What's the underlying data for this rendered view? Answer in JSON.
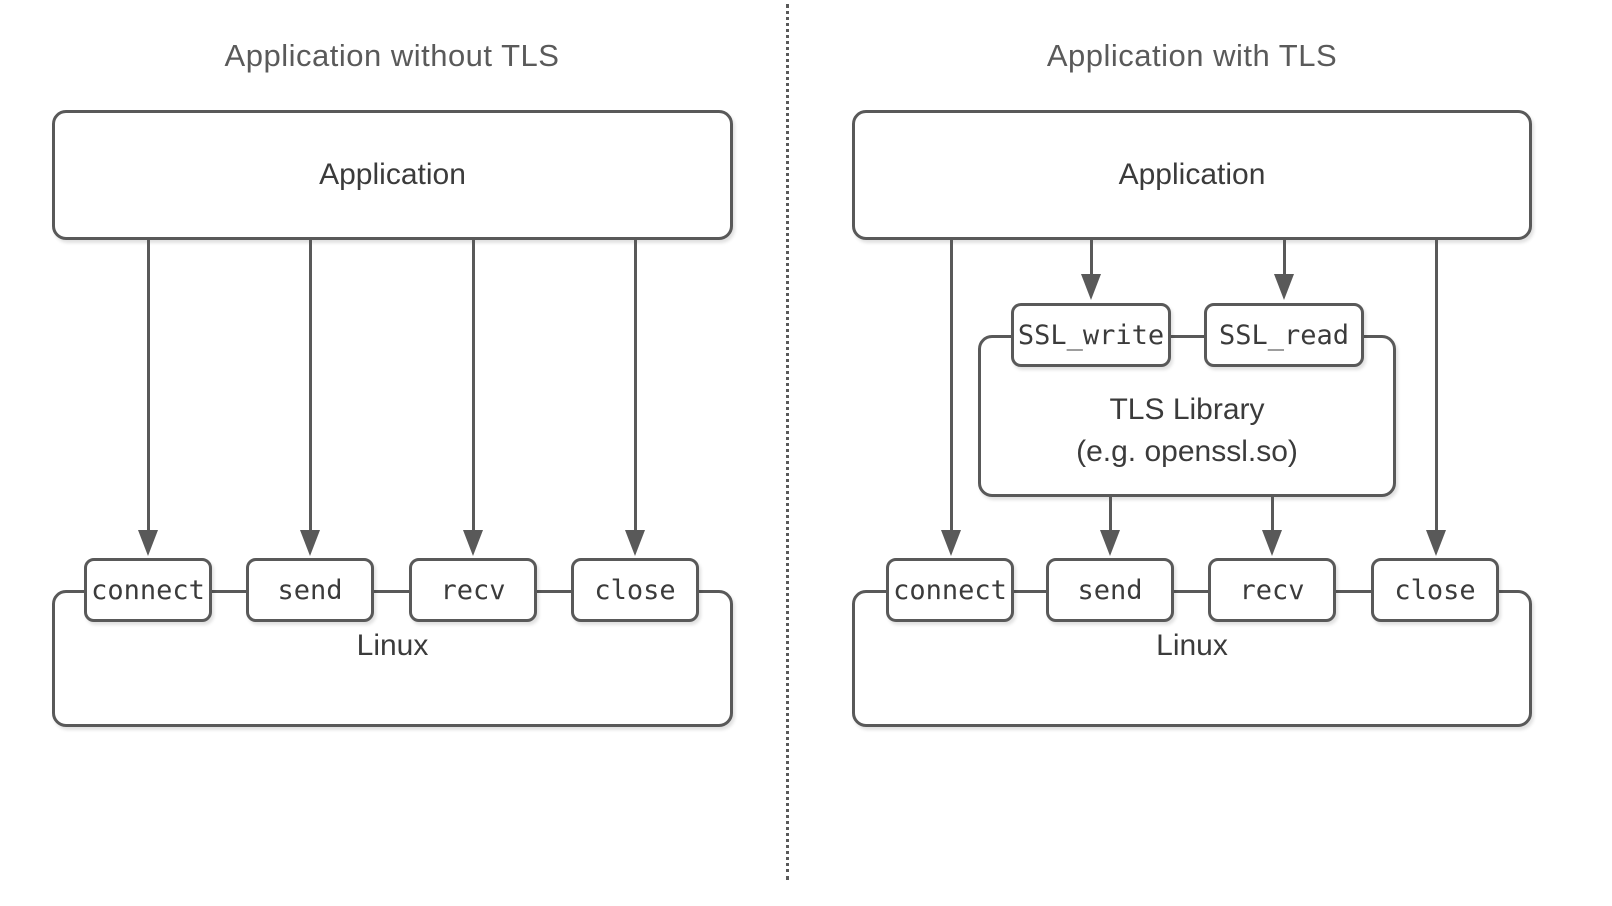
{
  "left": {
    "title": "Application without TLS",
    "app_label": "Application",
    "syscalls": [
      "connect",
      "send",
      "recv",
      "close"
    ],
    "os_label": "Linux"
  },
  "right": {
    "title": "Application with TLS",
    "app_label": "Application",
    "tls_functions": [
      "SSL_write",
      "SSL_read"
    ],
    "tls_library": {
      "label": "TLS Library",
      "sublabel": "(e.g. openssl.so)"
    },
    "syscalls": [
      "connect",
      "send",
      "recv",
      "close"
    ],
    "os_label": "Linux"
  },
  "colors": {
    "stroke": "#595959",
    "label_text": "#3b3b3b",
    "title_text": "#5a5a5a",
    "background": "#ffffff"
  }
}
